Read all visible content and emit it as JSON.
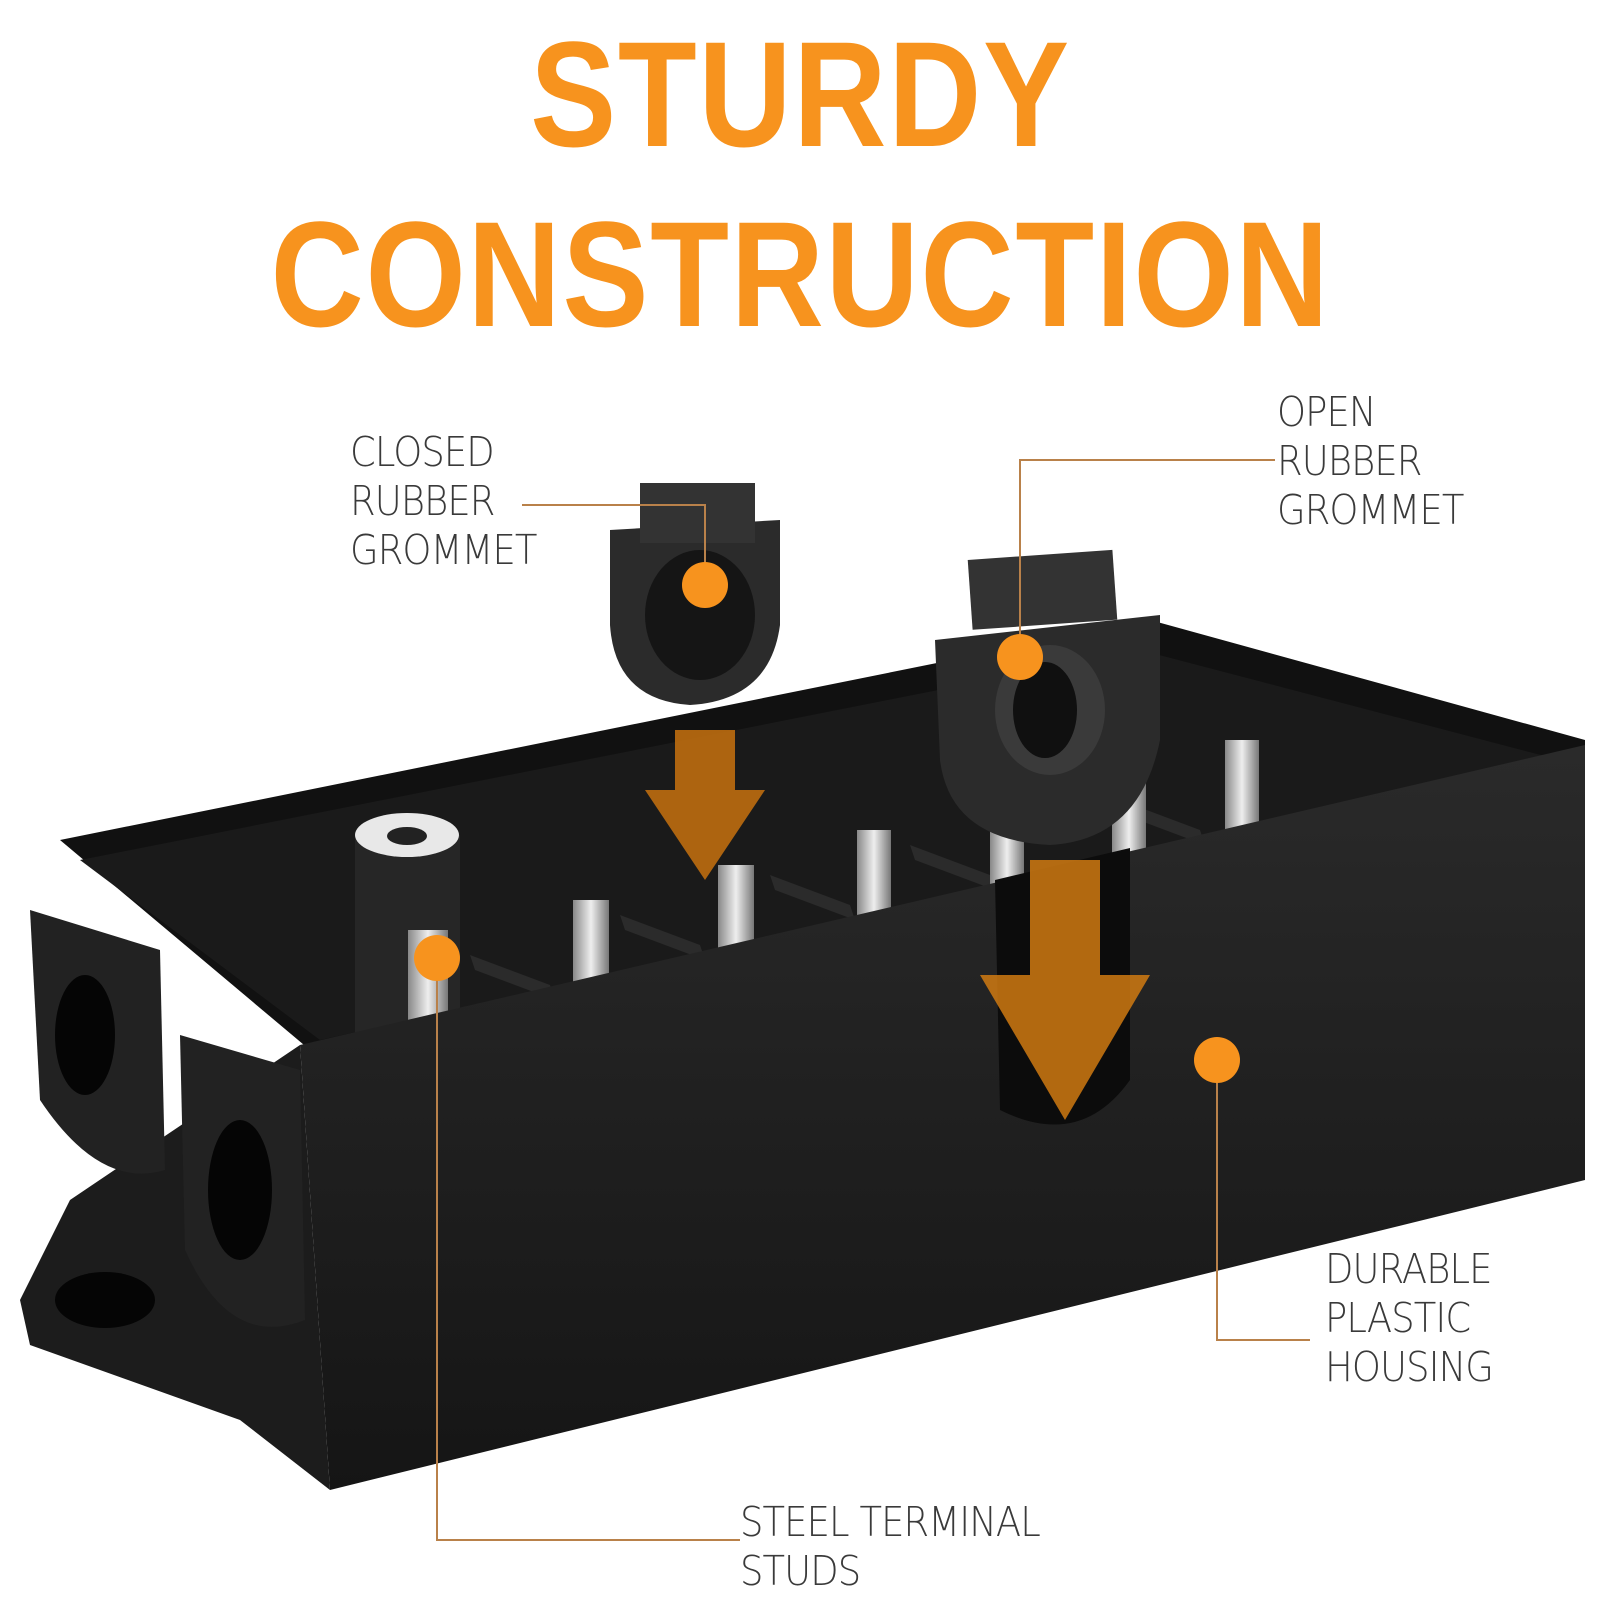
{
  "title": "STURDY CONSTRUCTION",
  "colors": {
    "accent": "#F7931E",
    "housing": "#1e1e1e",
    "text": "#3a3a3a"
  },
  "callouts": [
    {
      "lines": [
        "CLOSED",
        "RUBBER",
        "GROMMET"
      ]
    },
    {
      "lines": [
        "OPEN",
        "RUBBER",
        "GROMMET"
      ]
    },
    {
      "lines": [
        "DURABLE",
        "PLASTIC",
        "HOUSING"
      ]
    },
    {
      "lines": [
        "STEEL TERMINAL",
        "STUDS"
      ]
    }
  ]
}
